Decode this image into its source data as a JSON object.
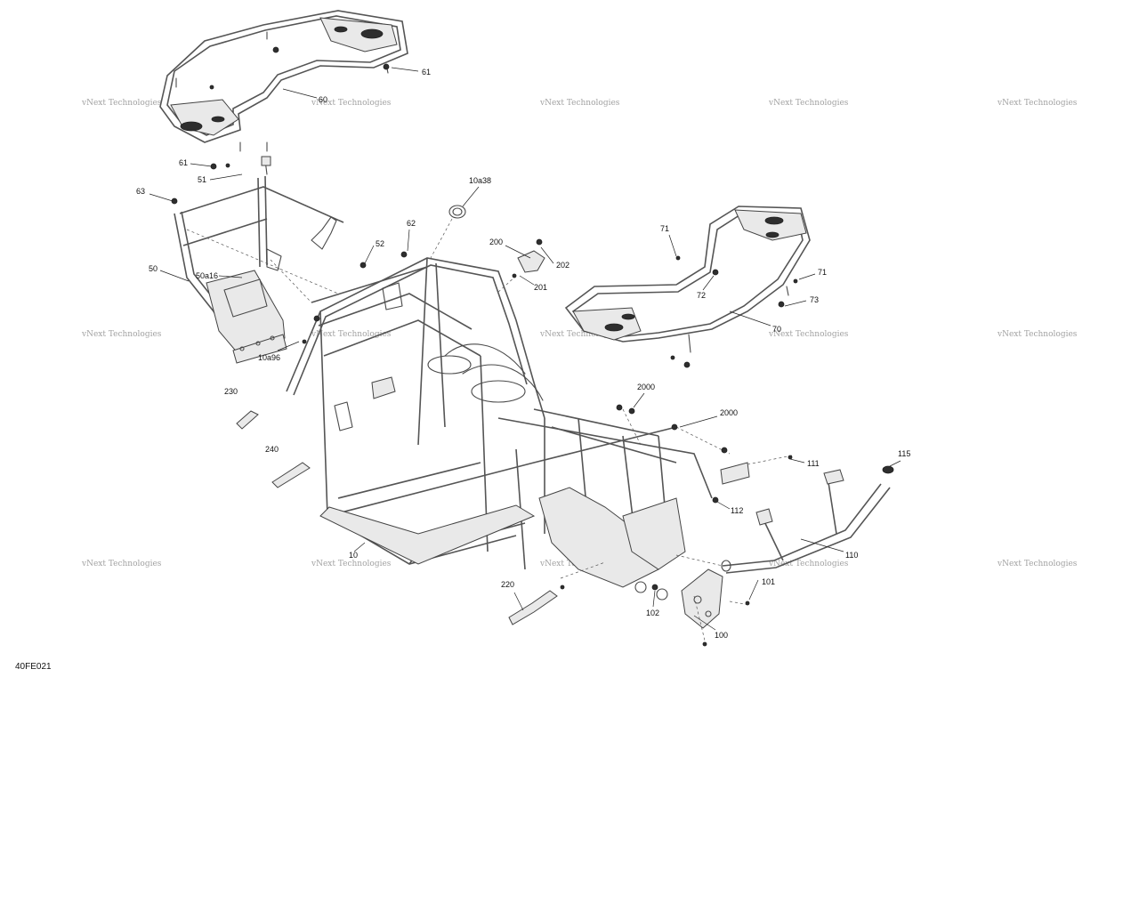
{
  "figure_code": "40FE021",
  "watermark": "vNext Technologies",
  "callouts": [
    {
      "id": "c61a",
      "label": "61"
    },
    {
      "id": "c60",
      "label": "60"
    },
    {
      "id": "c61b",
      "label": "61"
    },
    {
      "id": "c51",
      "label": "51"
    },
    {
      "id": "c63",
      "label": "63"
    },
    {
      "id": "c10a38",
      "label": "10a38"
    },
    {
      "id": "c62",
      "label": "62"
    },
    {
      "id": "c52",
      "label": "52"
    },
    {
      "id": "c200",
      "label": "200"
    },
    {
      "id": "c202",
      "label": "202"
    },
    {
      "id": "c201",
      "label": "201"
    },
    {
      "id": "c50",
      "label": "50"
    },
    {
      "id": "c50a16",
      "label": "50a16"
    },
    {
      "id": "c71a",
      "label": "71"
    },
    {
      "id": "c71b",
      "label": "71"
    },
    {
      "id": "c72",
      "label": "72"
    },
    {
      "id": "c73",
      "label": "73"
    },
    {
      "id": "c70",
      "label": "70"
    },
    {
      "id": "c10a96",
      "label": "10a96"
    },
    {
      "id": "c230",
      "label": "230"
    },
    {
      "id": "c2000a",
      "label": "2000"
    },
    {
      "id": "c2000b",
      "label": "2000"
    },
    {
      "id": "c240",
      "label": "240"
    },
    {
      "id": "c111",
      "label": "111"
    },
    {
      "id": "c115",
      "label": "115"
    },
    {
      "id": "c112",
      "label": "112"
    },
    {
      "id": "c10",
      "label": "10"
    },
    {
      "id": "c110",
      "label": "110"
    },
    {
      "id": "c220",
      "label": "220"
    },
    {
      "id": "c101",
      "label": "101"
    },
    {
      "id": "c102",
      "label": "102"
    },
    {
      "id": "c100",
      "label": "100"
    }
  ]
}
